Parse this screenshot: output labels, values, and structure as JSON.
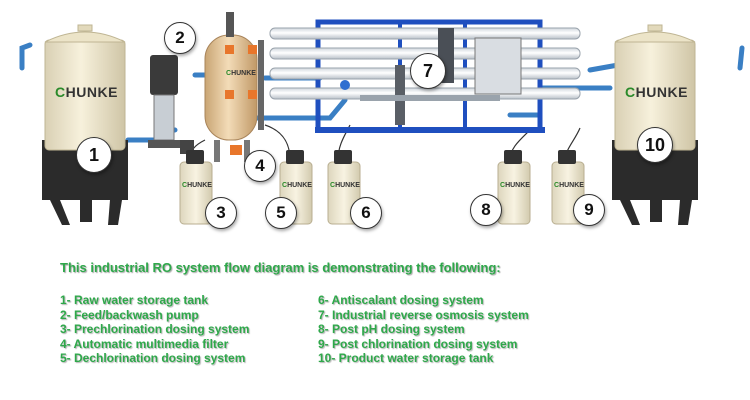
{
  "brand": {
    "prefix": "C",
    "suffix": "HUNKE"
  },
  "callouts": [
    {
      "number": "1"
    },
    {
      "number": "2"
    },
    {
      "number": "3"
    },
    {
      "number": "4"
    },
    {
      "number": "5"
    },
    {
      "number": "6"
    },
    {
      "number": "7"
    },
    {
      "number": "8"
    },
    {
      "number": "9"
    },
    {
      "number": "10"
    }
  ],
  "heading": "This industrial RO system flow diagram is demonstrating the following:",
  "legend": {
    "left": [
      "1- Raw water storage tank",
      "2- Feed/backwash pump",
      "3- Prechlorination dosing system",
      "4- Automatic multimedia filter",
      "5- Dechlorination dosing system"
    ],
    "right": [
      "6- Antiscalant dosing system",
      "7- Industrial reverse osmosis system",
      "8- Post pH dosing system",
      "9- Post chlorination dosing system",
      "10- Product water storage tank"
    ]
  },
  "colors": {
    "legend_text": "#2ea84a",
    "pipe": "#3a7fc4",
    "frame": "#1f4fbf",
    "tank_body": "#f2ebd3",
    "tank_base": "#2b2b2b",
    "filter_vessel": "#e8c89a",
    "valve": "#e8762b"
  }
}
